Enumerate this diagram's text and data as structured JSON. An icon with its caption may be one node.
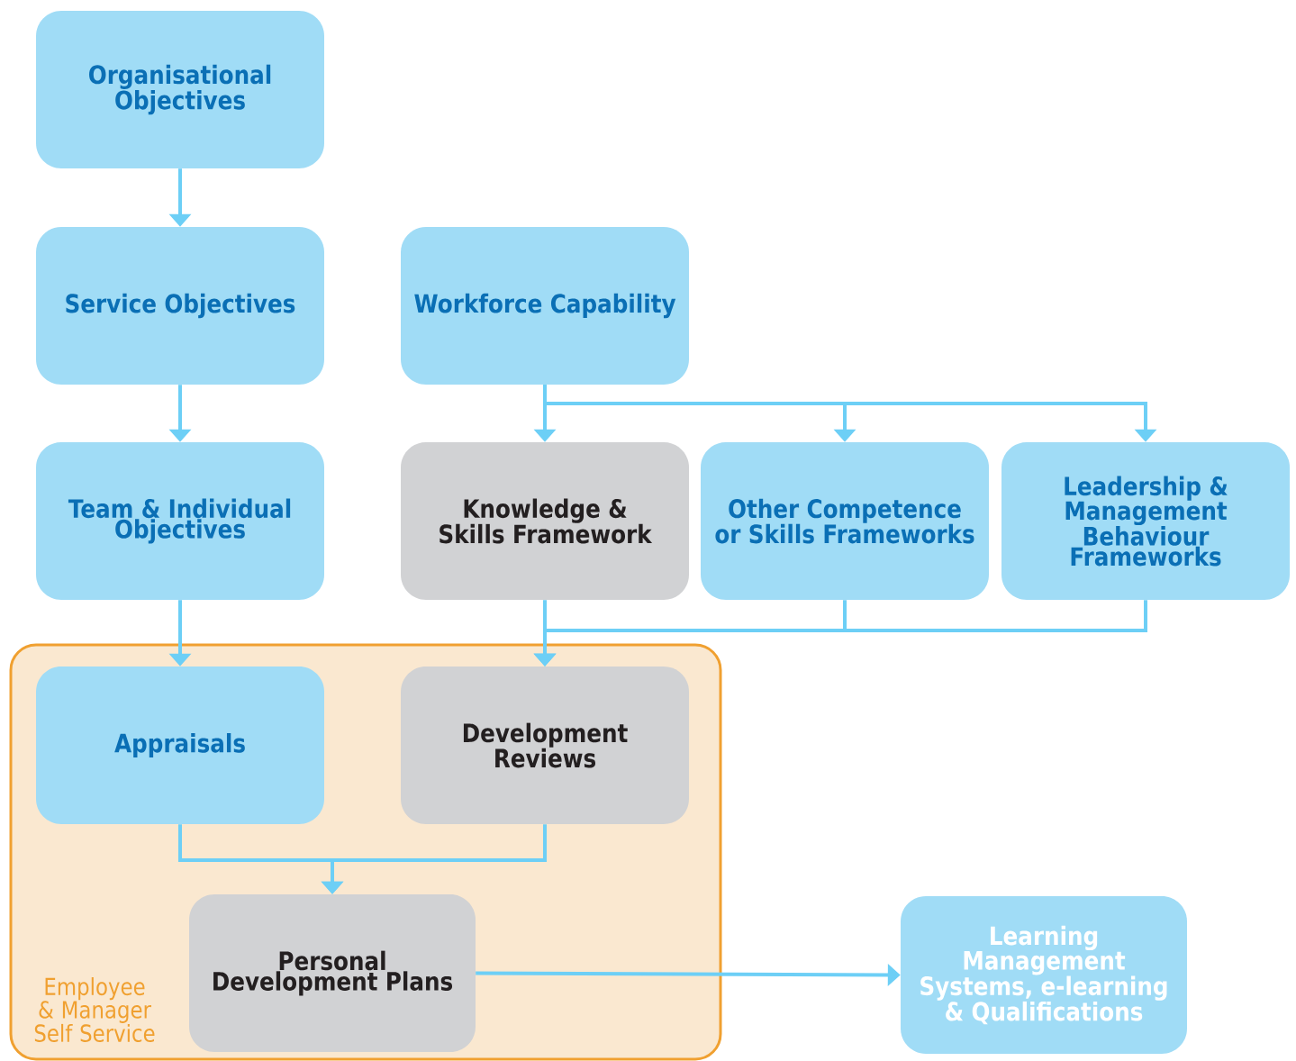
{
  "diagram": {
    "nodes": [
      {
        "text": [
          "Organisational Objectives"
        ]
      },
      {
        "text": [
          "Service Objectives"
        ]
      },
      {
        "text": [
          "Workforce Capability"
        ]
      },
      {
        "text": [
          "Team & Individual Objectives"
        ]
      },
      {
        "text": [
          "Knowledge & Skills Framework"
        ]
      },
      {
        "text": [
          "Other Competence or Skills Frameworks"
        ]
      },
      {
        "text": [
          "Leadership & Management Behaviour Frameworks"
        ]
      },
      {
        "text": [
          "Employee & Manager Self Service"
        ]
      },
      {
        "text": [
          "Appraisals"
        ],
        "in": 7
      },
      {
        "text": [
          "Development Reviews"
        ],
        "in": 7
      },
      {
        "text": [
          "Personal Development Plans"
        ],
        "in": 7
      },
      {
        "text": [
          "Learning Management Systems, e-learning & Qualifications"
        ]
      }
    ],
    "edges": [
      {
        "from": 0,
        "to": 1,
        "arrow": "to"
      },
      {
        "from": 1,
        "to": 3,
        "arrow": "to"
      },
      {
        "from": 2,
        "to": 4,
        "arrow": "to"
      },
      {
        "from": 2,
        "to": 5,
        "arrow": "to"
      },
      {
        "from": 2,
        "to": 6,
        "arrow": "to"
      },
      {
        "from": 3,
        "to": 8,
        "arrow": "to"
      },
      {
        "from": 4,
        "to": 9,
        "arrow": "to"
      },
      {
        "from": 5,
        "to": 9,
        "arrow": "to"
      },
      {
        "from": 6,
        "to": 9,
        "arrow": "to"
      },
      {
        "from": 8,
        "to": 10,
        "arrow": "to"
      },
      {
        "from": 9,
        "to": 10,
        "arrow": "to"
      },
      {
        "from": 10,
        "to": 11,
        "arrow": "to"
      }
    ]
  }
}
